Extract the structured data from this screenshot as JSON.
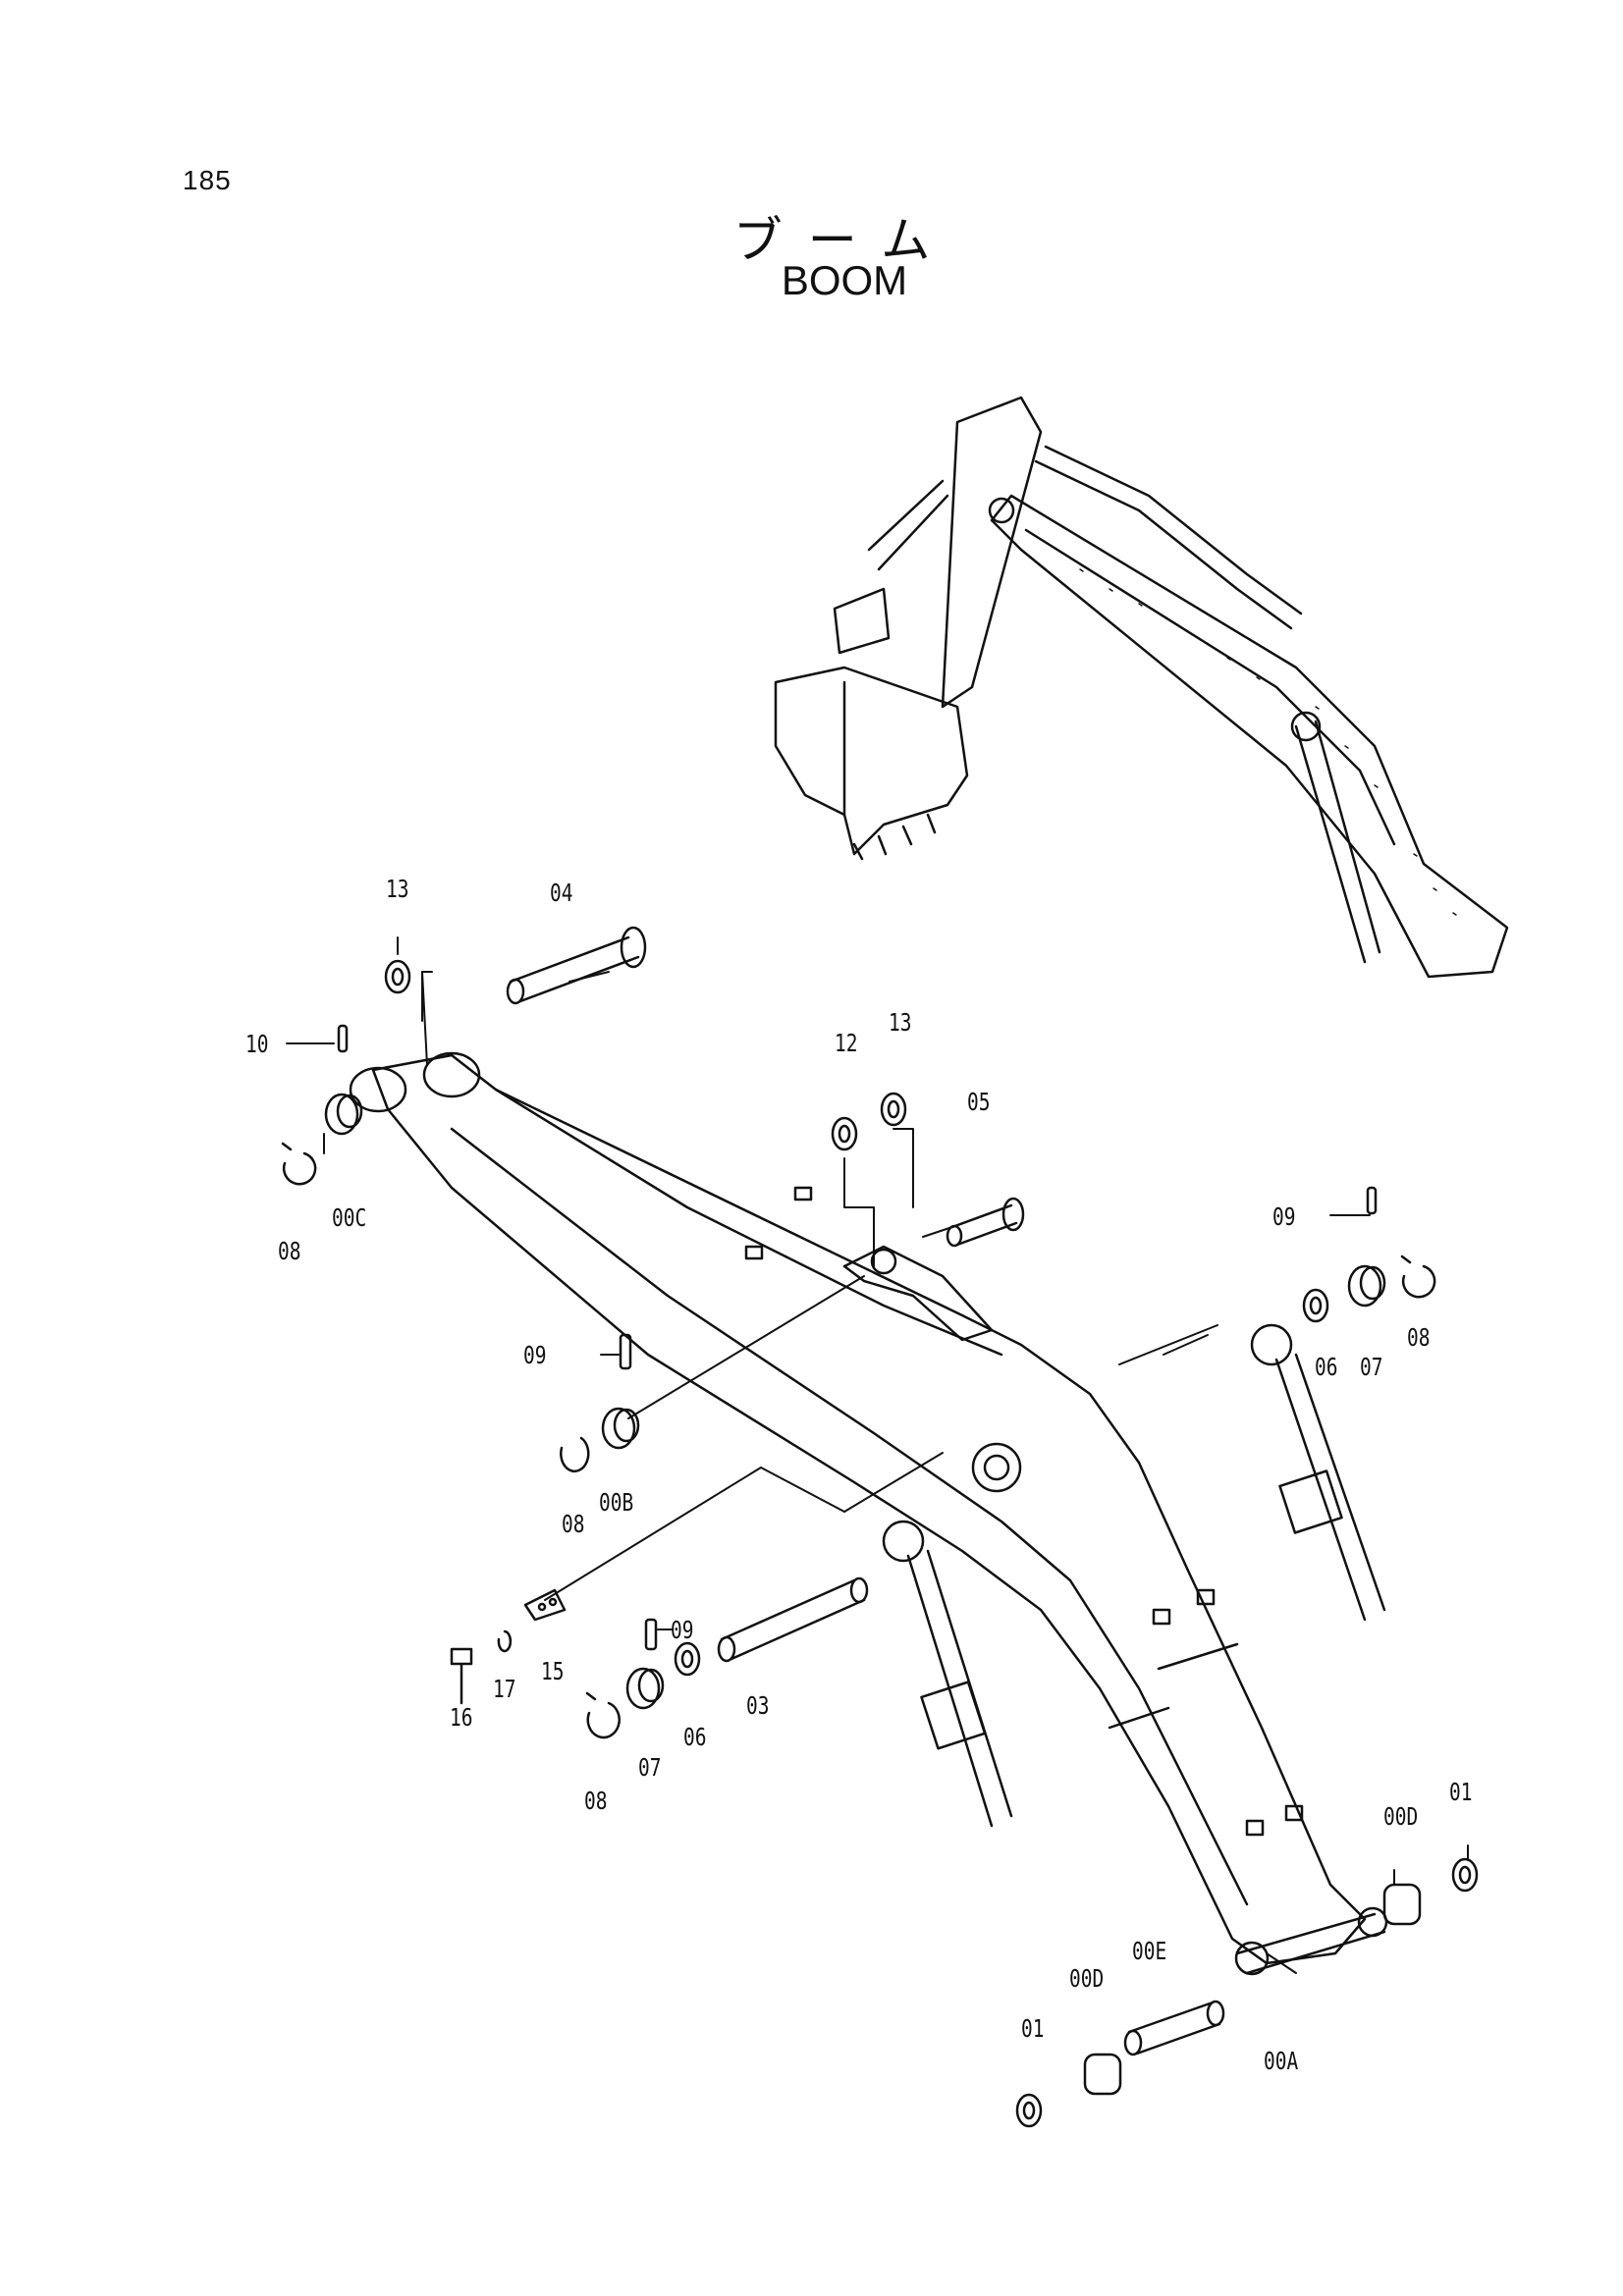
{
  "page": {
    "number": "185"
  },
  "title": {
    "japanese": "ブーム",
    "english": "BOOM"
  },
  "callouts": {
    "c01a": "01",
    "c01b": "01",
    "c03": "03",
    "c04": "04",
    "c05": "05",
    "c06a": "06",
    "c06b": "06",
    "c07a": "07",
    "c07b": "07",
    "c08a": "08",
    "c08b": "08",
    "c08c": "08",
    "c08d": "08",
    "c09a": "09",
    "c09b": "09",
    "c09c": "09",
    "c10": "10",
    "c12": "12",
    "c13a": "13",
    "c13b": "13",
    "c15": "15",
    "c16": "16",
    "c17": "17",
    "c00A": "00A",
    "c00B": "00B",
    "c00C": "00C",
    "c00Da": "00D",
    "c00Db": "00D",
    "c00E": "00E"
  },
  "colors": {
    "ink": "#111111",
    "paper": "#ffffff"
  }
}
